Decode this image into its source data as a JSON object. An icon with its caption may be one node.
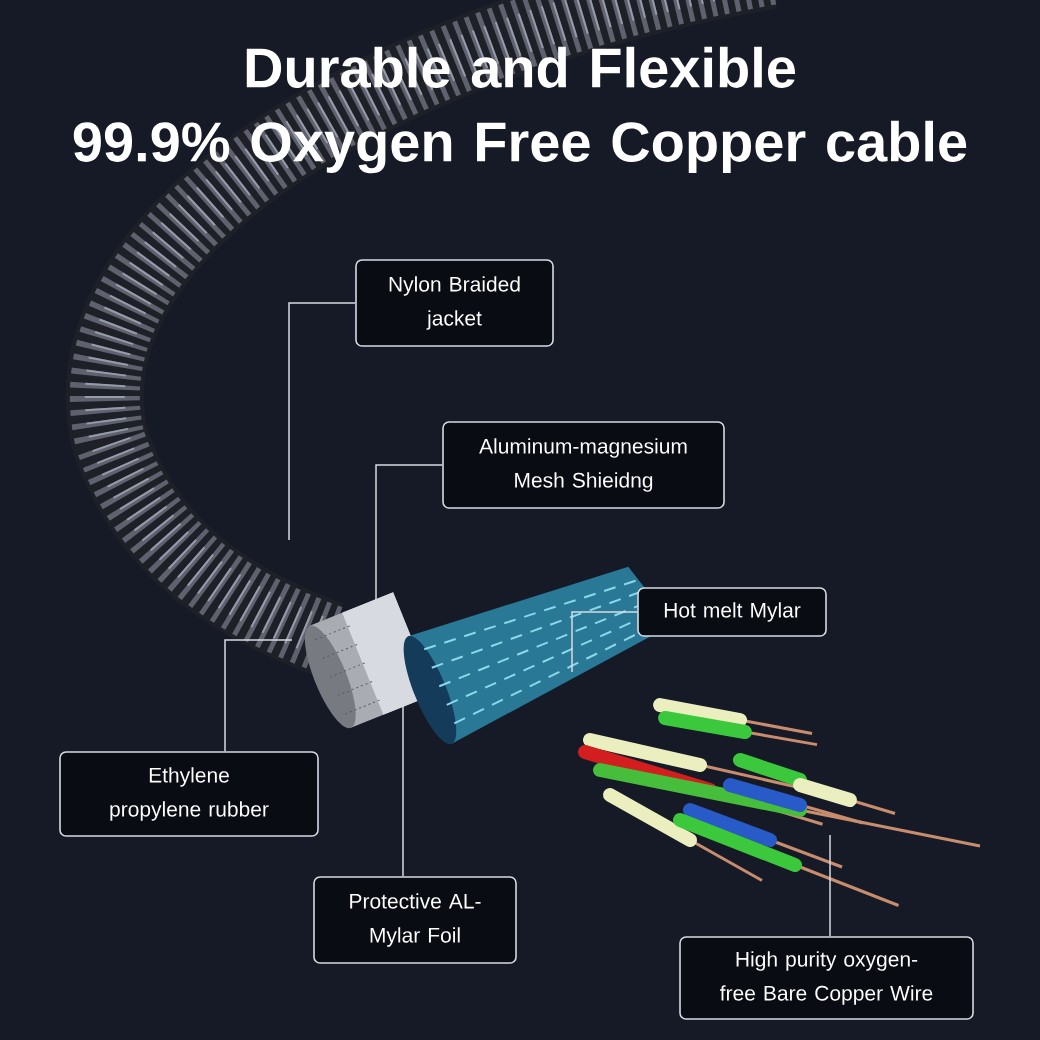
{
  "diagram": {
    "title": "Durable and Flexible 99.9% Oxygen Free Copper cable",
    "nodes": [
      {
        "text": [
          "Nylon Braided jacket"
        ]
      },
      {
        "text": [
          "Aluminum-magnesium Mesh Shieidng"
        ]
      },
      {
        "text": [
          "Hot melt Mylar"
        ]
      },
      {
        "text": [
          "Ethylene propylene rubber"
        ]
      },
      {
        "text": [
          "Protective AL-Mylar Foil"
        ]
      },
      {
        "text": [
          "High purity oxygen-free Bare Copper Wire"
        ]
      }
    ],
    "edges": [
      {
        "from": 0,
        "to": null,
        "arrow": "none"
      },
      {
        "from": 1,
        "to": null,
        "arrow": "none"
      },
      {
        "from": 2,
        "to": null,
        "arrow": "none"
      },
      {
        "from": 3,
        "to": null,
        "arrow": "none"
      },
      {
        "from": 4,
        "to": null,
        "arrow": "none"
      },
      {
        "from": 5,
        "to": null,
        "arrow": "none"
      }
    ]
  }
}
